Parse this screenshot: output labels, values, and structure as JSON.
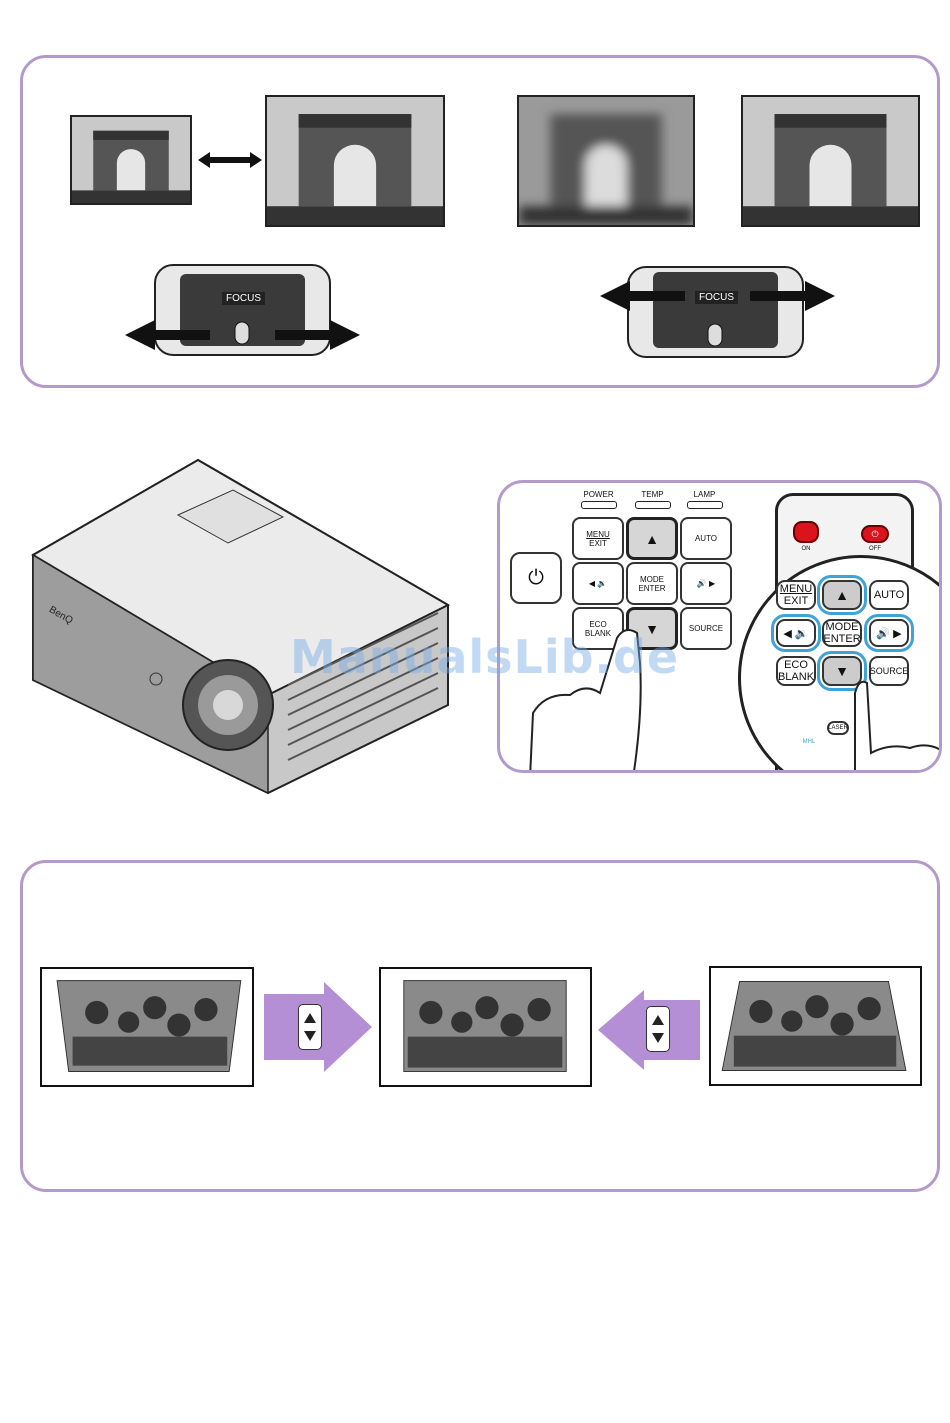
{
  "focus": {
    "label": "FOCUS",
    "label_right": "FOCUS"
  },
  "projector": {
    "brand": "BenQ"
  },
  "keypad": {
    "indicators": [
      "POWER",
      "TEMP",
      "LAMP"
    ],
    "menu_top": "MENU",
    "menu_bottom": "EXIT",
    "auto": "AUTO",
    "mode_top": "MODE",
    "mode_bottom": "ENTER",
    "eco_top": "ECO",
    "eco_bottom": "BLANK",
    "source": "SOURCE",
    "up_glyph": "▲",
    "down_glyph": "▼",
    "left_glyph": "◀ 🔉",
    "right_glyph": "🔊 ▶",
    "power_glyph": "⏻"
  },
  "remote": {
    "menu_top": "MENU",
    "menu_bottom": "EXIT",
    "auto": "AUTO",
    "mode_top": "MODE",
    "mode_bottom": "ENTER",
    "eco_top": "ECO",
    "eco_bottom": "BLANK",
    "source": "SOURCE",
    "on_label": "ON",
    "off_label": "OFF",
    "laser_label": "LASER",
    "mhl_label": "MHL"
  },
  "watermark": "ManualsLib.de",
  "colors": {
    "panel_border": "#b49ac8",
    "arrow_fill": "#b48fd6",
    "highlight": "#3fa3d8",
    "remote_red": "#d9141c"
  }
}
